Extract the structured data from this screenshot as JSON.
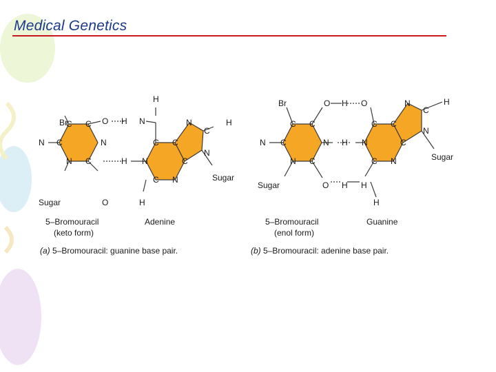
{
  "slide": {
    "title": "Medical Genetics"
  },
  "figure": {
    "panel_a": {
      "caption_letter": "(a)",
      "caption_text": " 5–Bromouracil: guanine base pair.",
      "left_molecule": {
        "name": "5–Bromouracil",
        "form": "(keto form)"
      },
      "right_molecule": {
        "name": "Adenine"
      },
      "atoms": {
        "br": "Br",
        "c": "C",
        "n": "N",
        "o": "O",
        "h": "H",
        "sugar": "Sugar"
      }
    },
    "panel_b": {
      "caption_letter": "(b)",
      "caption_text": " 5–Bromouracil: adenine base pair.",
      "left_molecule": {
        "name": "5–Bromouracil",
        "form": "(enol form)"
      },
      "right_molecule": {
        "name": "Guanine"
      },
      "atoms": {
        "br": "Br",
        "c": "C",
        "n": "N",
        "o": "O",
        "h": "H",
        "sugar": "Sugar"
      }
    },
    "colors": {
      "ring_fill": "#f5a624",
      "ring_stroke": "#3a3a3a",
      "title_color": "#1a3a8a",
      "rule_color": "#c8181e"
    }
  }
}
